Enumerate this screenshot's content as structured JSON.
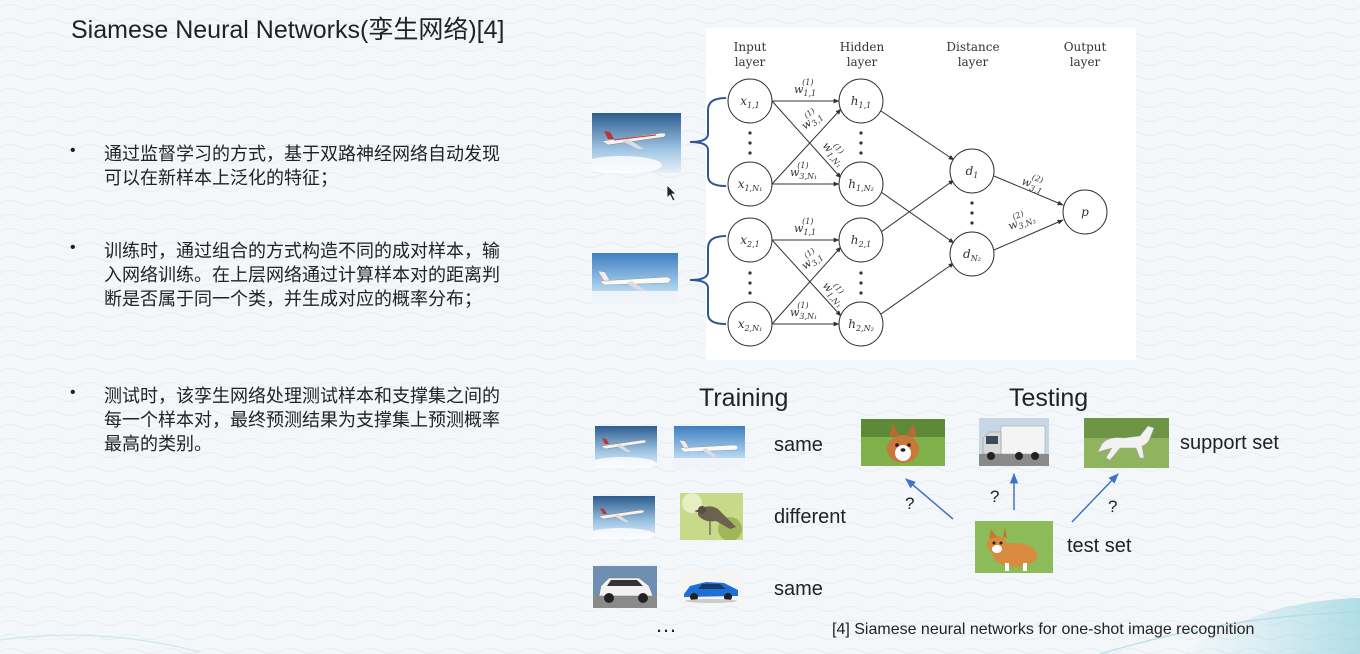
{
  "slide": {
    "title": "Siamese Neural Networks(孪生网络)[4]",
    "bullets": [
      {
        "symbol": "•",
        "text": "通过监督学习的方式，基于双路神经网络自动发现可以在新样本上泛化的特征；"
      },
      {
        "symbol": "•",
        "text": "训练时，通过组合的方式构造不同的成对样本，输入网络训练。在上层网络通过计算样本对的距离判断是否属于同一个类，并生成对应的概率分布；"
      },
      {
        "symbol": "•",
        "text": "测试时，该孪生网络处理测试样本和支撑集之间的每一个样本对，最终预测结果为支撑集上预测概率最高的类别。"
      }
    ],
    "citation": "[4] Siamese neural networks for one-shot image recognition"
  },
  "network": {
    "layers": [
      {
        "line1": "Input",
        "line2": "layer"
      },
      {
        "line1": "Hidden",
        "line2": "layer"
      },
      {
        "line1": "Distance",
        "line2": "layer"
      },
      {
        "line1": "Output",
        "line2": "layer"
      }
    ],
    "vdots": "⋮",
    "input_images": [
      {
        "name": "airplane-photo",
        "caption": ""
      },
      {
        "name": "airplane-photo",
        "caption": ""
      }
    ]
  },
  "training": {
    "heading": "Training",
    "pairs": [
      {
        "left": "airplane-photo",
        "right": "airplane-photo",
        "label": "same"
      },
      {
        "left": "airplane-photo",
        "right": "bird-photo",
        "label": "different"
      },
      {
        "left": "white-suv-photo",
        "right": "blue-sports-car-photo",
        "label": "same"
      }
    ],
    "ellipsis": "…"
  },
  "testing": {
    "heading": "Testing",
    "support_label": "support set",
    "test_label": "test set",
    "question_marks": [
      "?",
      "?",
      "?"
    ],
    "support_images": [
      "dog-photo",
      "truck-photo",
      "horse-photo"
    ],
    "test_image": "corgi-photo"
  },
  "colors": {
    "arrow_blue": "#4472c4",
    "network_bracket": "#2f5597"
  }
}
